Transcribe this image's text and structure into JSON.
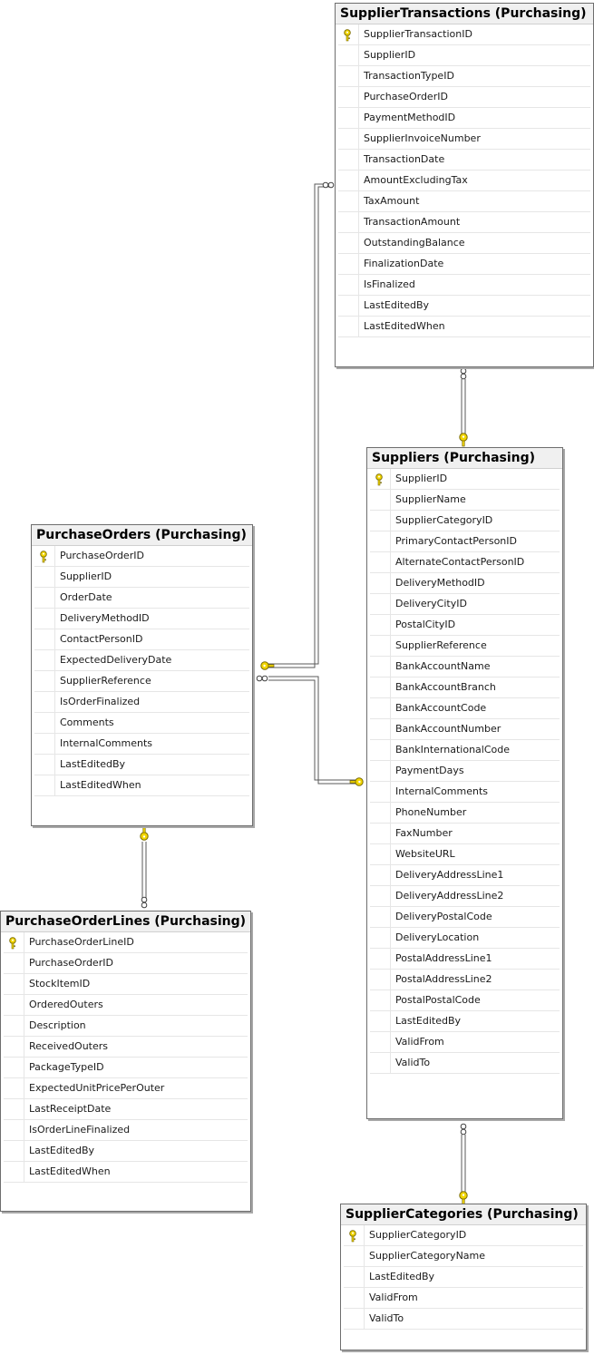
{
  "tables": {
    "supplier_transactions": {
      "title": "SupplierTransactions (Purchasing)",
      "columns": [
        "SupplierTransactionID",
        "SupplierID",
        "TransactionTypeID",
        "PurchaseOrderID",
        "PaymentMethodID",
        "SupplierInvoiceNumber",
        "TransactionDate",
        "AmountExcludingTax",
        "TaxAmount",
        "TransactionAmount",
        "OutstandingBalance",
        "FinalizationDate",
        "IsFinalized",
        "LastEditedBy",
        "LastEditedWhen"
      ]
    },
    "suppliers": {
      "title": "Suppliers (Purchasing)",
      "columns": [
        "SupplierID",
        "SupplierName",
        "SupplierCategoryID",
        "PrimaryContactPersonID",
        "AlternateContactPersonID",
        "DeliveryMethodID",
        "DeliveryCityID",
        "PostalCityID",
        "SupplierReference",
        "BankAccountName",
        "BankAccountBranch",
        "BankAccountCode",
        "BankAccountNumber",
        "BankInternationalCode",
        "PaymentDays",
        "InternalComments",
        "PhoneNumber",
        "FaxNumber",
        "WebsiteURL",
        "DeliveryAddressLine1",
        "DeliveryAddressLine2",
        "DeliveryPostalCode",
        "DeliveryLocation",
        "PostalAddressLine1",
        "PostalAddressLine2",
        "PostalPostalCode",
        "LastEditedBy",
        "ValidFrom",
        "ValidTo"
      ]
    },
    "purchase_orders": {
      "title": "PurchaseOrders (Purchasing)",
      "columns": [
        "PurchaseOrderID",
        "SupplierID",
        "OrderDate",
        "DeliveryMethodID",
        "ContactPersonID",
        "ExpectedDeliveryDate",
        "SupplierReference",
        "IsOrderFinalized",
        "Comments",
        "InternalComments",
        "LastEditedBy",
        "LastEditedWhen"
      ]
    },
    "purchase_order_lines": {
      "title": "PurchaseOrderLines (Purchasing)",
      "columns": [
        "PurchaseOrderLineID",
        "PurchaseOrderID",
        "StockItemID",
        "OrderedOuters",
        "Description",
        "ReceivedOuters",
        "PackageTypeID",
        "ExpectedUnitPricePerOuter",
        "LastReceiptDate",
        "IsOrderLineFinalized",
        "LastEditedBy",
        "LastEditedWhen"
      ]
    },
    "supplier_categories": {
      "title": "SupplierCategories (Purchasing)",
      "columns": [
        "SupplierCategoryID",
        "SupplierCategoryName",
        "LastEditedBy",
        "ValidFrom",
        "ValidTo"
      ]
    }
  },
  "icons": {
    "primary_key": "key-icon",
    "relationship_one": "key-icon",
    "relationship_many": "infinity-icon"
  },
  "colors": {
    "key_fill": "#f2d600",
    "key_stroke": "#7a6a00",
    "line": "#5a5a5a",
    "title_bg": "#f0f0f0"
  }
}
